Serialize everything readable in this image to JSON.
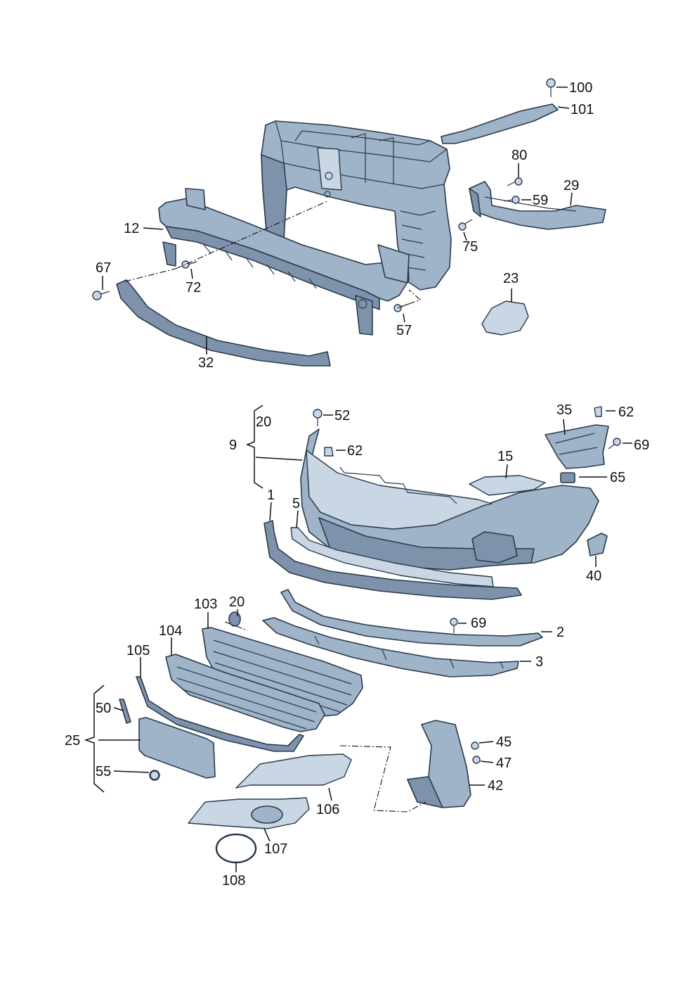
{
  "labels": {
    "l100": "100",
    "l101": "101",
    "l80": "80",
    "l59": "59",
    "l29": "29",
    "l75": "75",
    "l12": "12",
    "l67": "67",
    "l72": "72",
    "l23": "23",
    "l57": "57",
    "l32": "32",
    "l20a": "20",
    "l9": "9",
    "l52": "52",
    "l62a": "62",
    "l35": "35",
    "l62b": "62",
    "l69a": "69",
    "l15": "15",
    "l65": "65",
    "l1": "1",
    "l5": "5",
    "l40": "40",
    "l20b": "20",
    "l103": "103",
    "l69b": "69",
    "l2": "2",
    "l104": "104",
    "l3": "3",
    "l105": "105",
    "l50": "50",
    "l25": "25",
    "l45": "45",
    "l47": "47",
    "l55": "55",
    "l42": "42",
    "l106": "106",
    "l107": "107",
    "l108": "108"
  },
  "colors": {
    "part_fill": "#9fb3c9",
    "part_dark": "#7e93ab",
    "part_light": "#c9d6e4",
    "outline": "#2a3a4c"
  }
}
